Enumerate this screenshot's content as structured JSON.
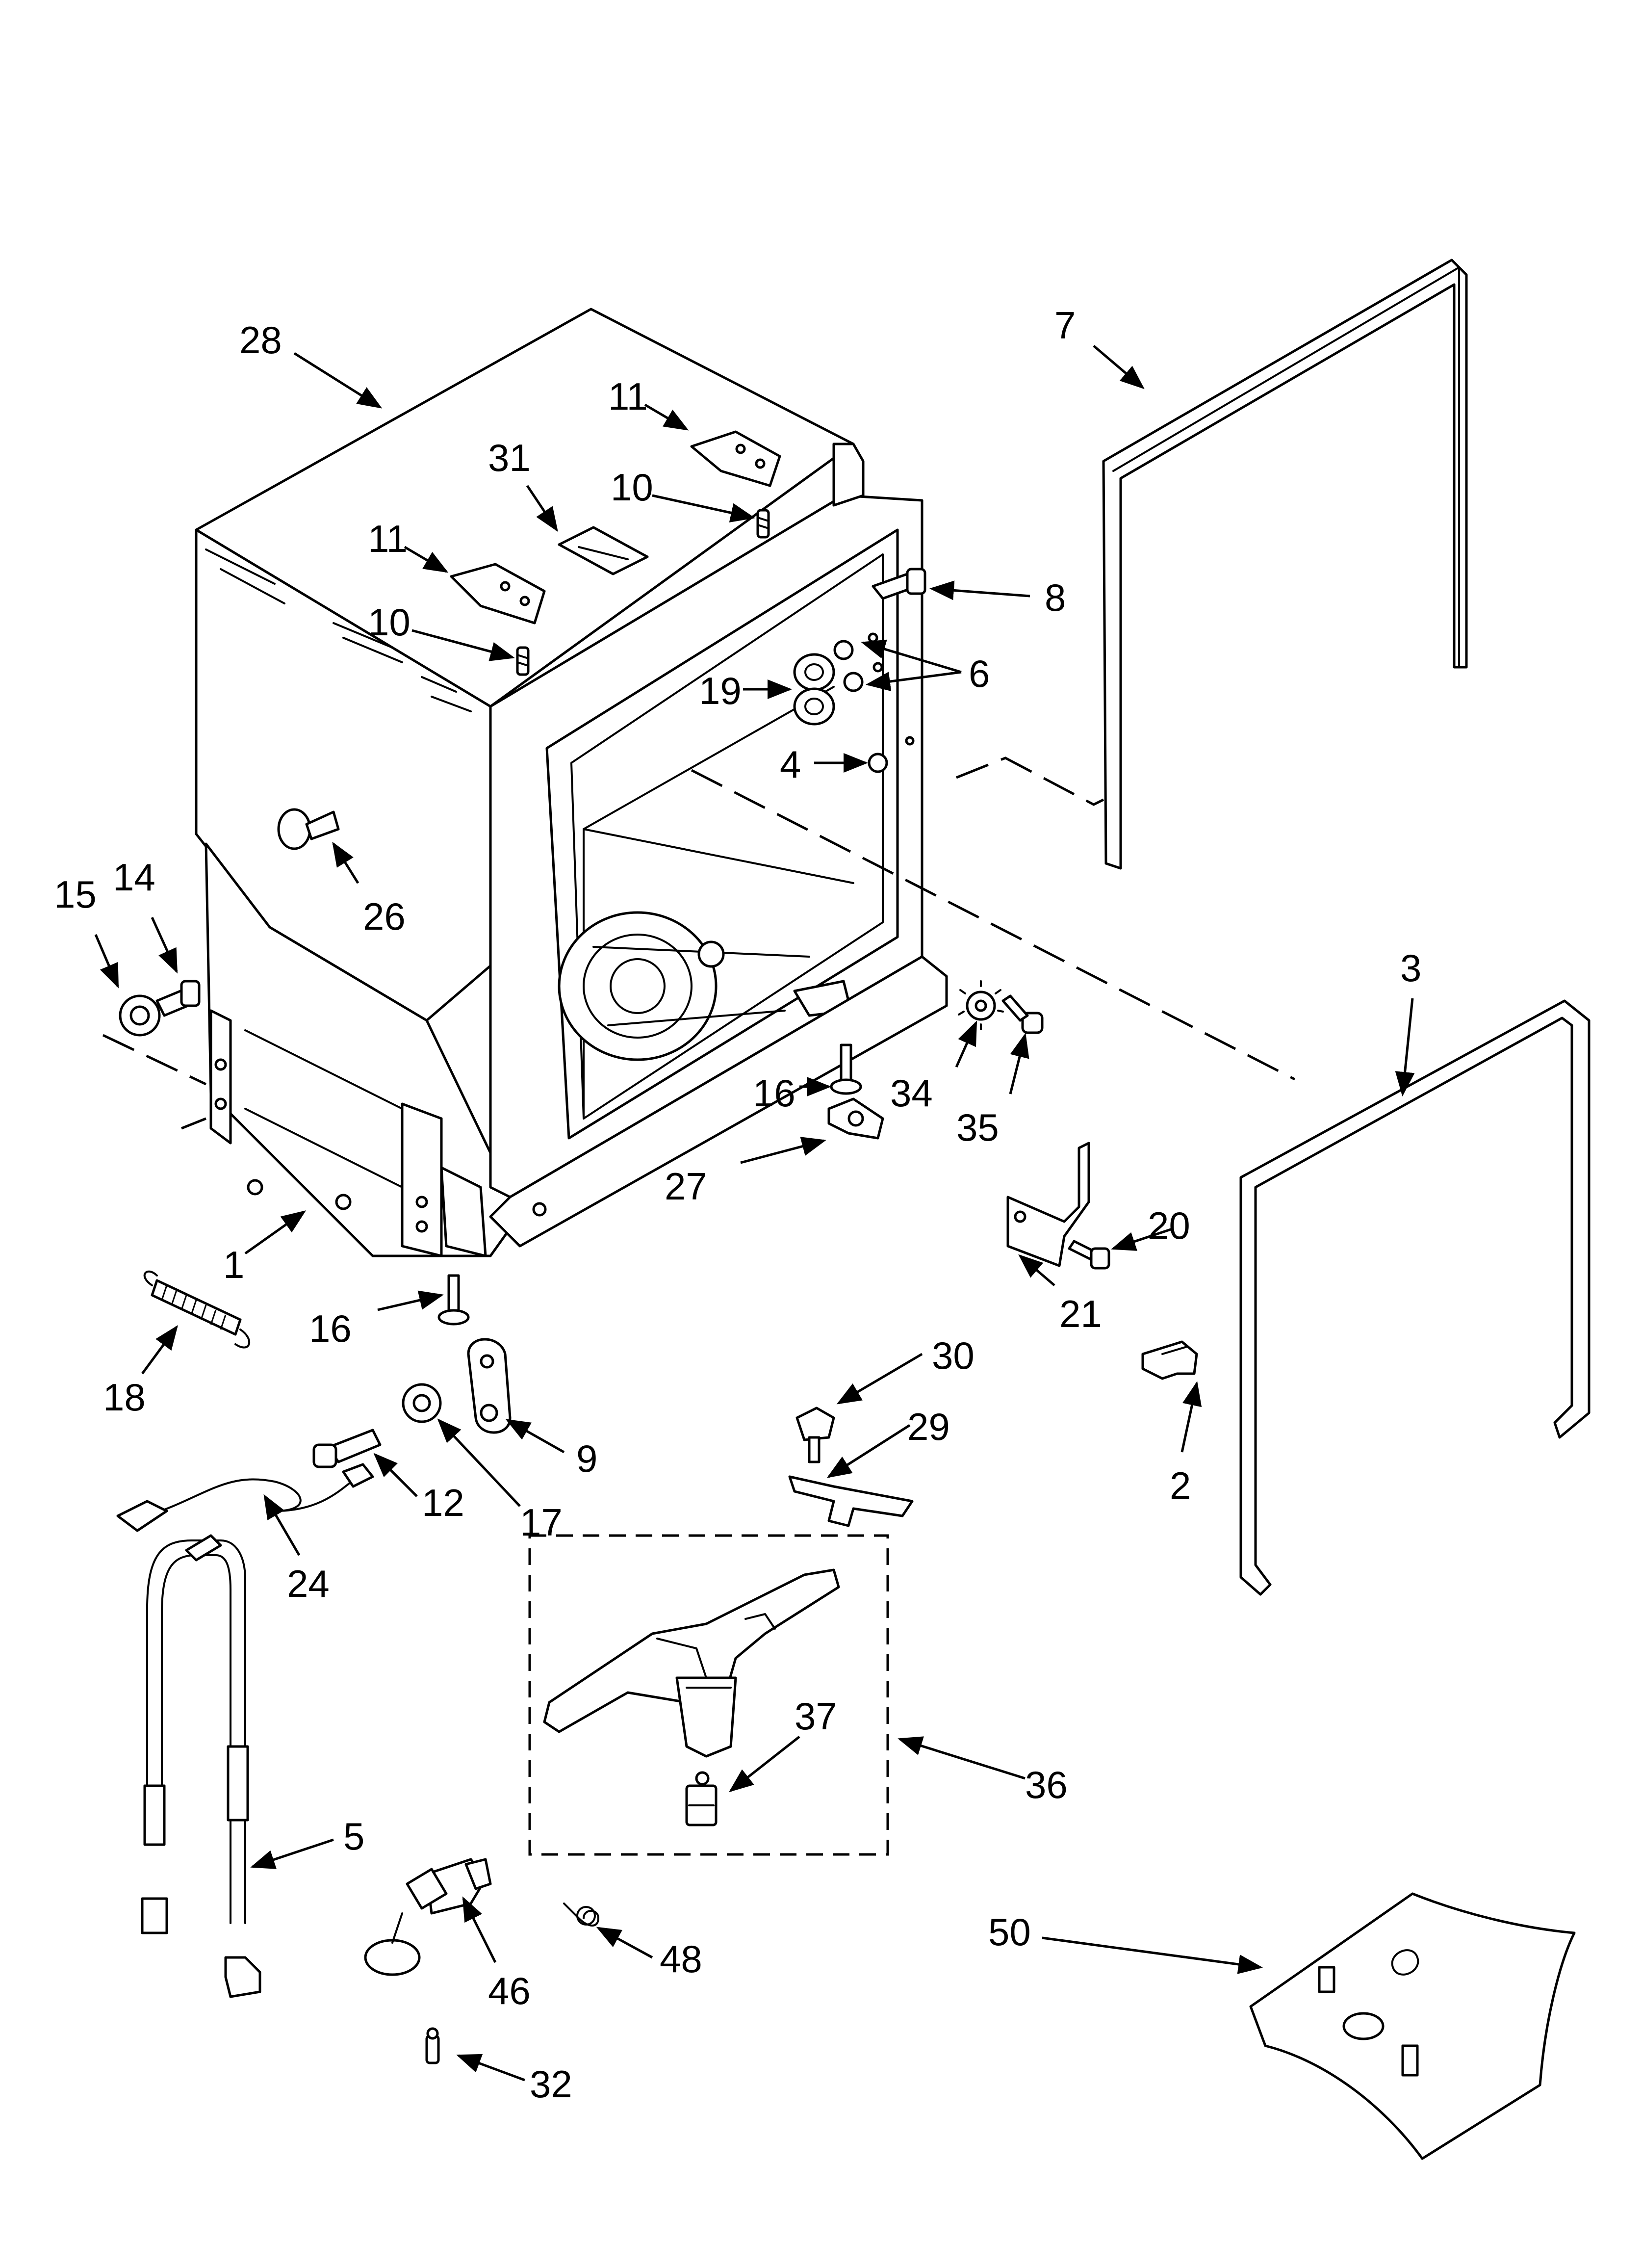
{
  "diagram": {
    "colors": {
      "ink": "#000000",
      "paper": "#ffffff"
    },
    "callouts": [
      {
        "label": "28"
      },
      {
        "label": "11"
      },
      {
        "label": "31"
      },
      {
        "label": "10"
      },
      {
        "label": "11"
      },
      {
        "label": "10"
      },
      {
        "label": "7"
      },
      {
        "label": "8"
      },
      {
        "label": "6"
      },
      {
        "label": "19"
      },
      {
        "label": "4"
      },
      {
        "label": "15"
      },
      {
        "label": "14"
      },
      {
        "label": "26"
      },
      {
        "label": "3"
      },
      {
        "label": "34"
      },
      {
        "label": "16"
      },
      {
        "label": "35"
      },
      {
        "label": "27"
      },
      {
        "label": "20"
      },
      {
        "label": "1"
      },
      {
        "label": "21"
      },
      {
        "label": "16"
      },
      {
        "label": "18"
      },
      {
        "label": "30"
      },
      {
        "label": "9"
      },
      {
        "label": "29"
      },
      {
        "label": "2"
      },
      {
        "label": "12"
      },
      {
        "label": "17"
      },
      {
        "label": "24"
      },
      {
        "label": "37"
      },
      {
        "label": "36"
      },
      {
        "label": "5"
      },
      {
        "label": "50"
      },
      {
        "label": "46"
      },
      {
        "label": "48"
      },
      {
        "label": "32"
      }
    ]
  }
}
